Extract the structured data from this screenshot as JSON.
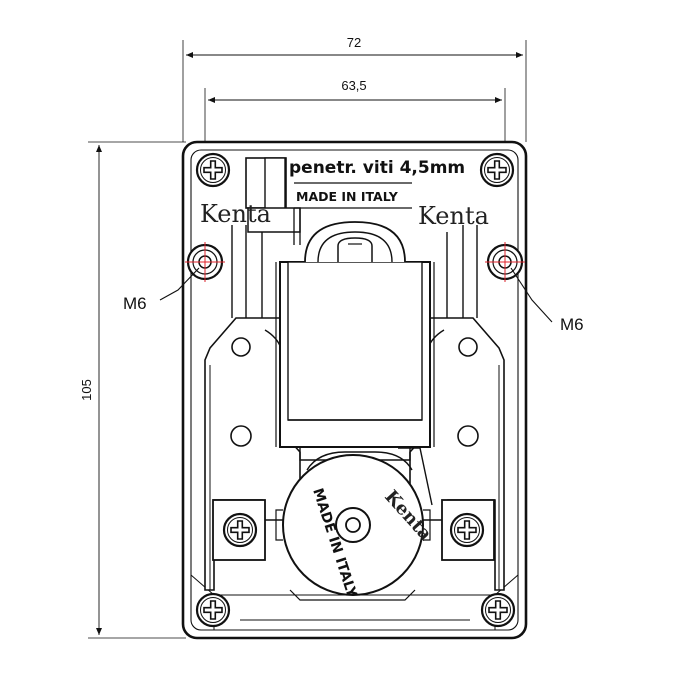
{
  "dimensions": {
    "overall_width": "72",
    "hole_spacing": "63,5",
    "overall_height": "105"
  },
  "callouts": {
    "left_hole": "M6",
    "right_hole": "M6"
  },
  "markings": {
    "top_label": "penetr. viti 4,5mm",
    "made_in": "MADE IN ITALY",
    "brand_left": "Kenta",
    "brand_right": "Kenta",
    "gear_made_in": "MADE IN ITALY",
    "gear_brand": "Kenta"
  }
}
